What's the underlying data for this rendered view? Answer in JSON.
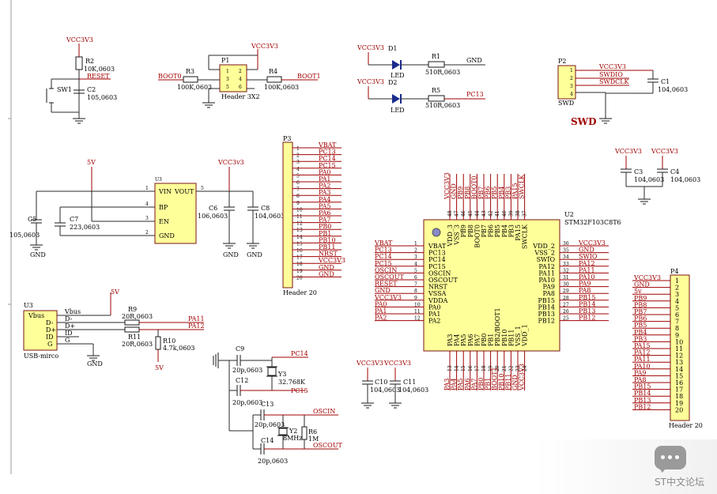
{
  "power": {
    "vcc": "VCC3V3",
    "vcc_lower": "VCC3v3",
    "v5": "5V",
    "gnd": "GND"
  },
  "reset": {
    "r_ref": "R2",
    "r_val": "10K,0603",
    "net": "RESET",
    "c_ref": "C2",
    "c_val": "105,0603",
    "sw": "SW1"
  },
  "boot": {
    "header": "P1",
    "header_name": "Header 3X2",
    "pins": [
      "1",
      "2",
      "3",
      "4",
      "5",
      "6"
    ],
    "r3": "R3",
    "r3_val": "100K,0603",
    "r4": "R4",
    "r4_val": "100K,0603",
    "net0": "BOOT0",
    "net1": "BOOT1"
  },
  "leds": {
    "d1": "D1",
    "d2": "D2",
    "led": "LED",
    "r1": "R1",
    "r1_val": "510R,0603",
    "net1": "GND",
    "r5": "R5",
    "r5_val": "510R,0603",
    "net2": "PC13"
  },
  "swd": {
    "ref": "P2",
    "name": "SWD",
    "big_label": "SWD",
    "pins": [
      "1",
      "2",
      "3",
      "4"
    ],
    "nets": [
      "VCC3V3",
      "SWDIO",
      "SWDCLK",
      ""
    ],
    "c_ref": "C1",
    "c_val": "104,0603"
  },
  "ldo": {
    "ref": "U3",
    "pins_left": [
      {
        "n": "1",
        "name": "VIN"
      },
      {
        "n": "4",
        "name": "BP"
      },
      {
        "n": "3",
        "name": "EN"
      },
      {
        "n": "2",
        "name": "GND"
      }
    ],
    "pin_right": {
      "n": "5",
      "name": "VOUT"
    },
    "c5": "C5",
    "c5_val": "105,0603",
    "c7": "C7",
    "c7_val": "223,0603",
    "c6": "C6",
    "c6_val": "106,0603",
    "c8": "C8",
    "c8_val": "104,0603"
  },
  "p3": {
    "ref": "P3",
    "name": "Header 20",
    "nets": [
      "VBAT",
      "PC13",
      "PC14",
      "PC15",
      "PA0",
      "PA1",
      "PA2",
      "PA3",
      "PA4",
      "PA5",
      "PA6",
      "PA7",
      "PB0",
      "PB1",
      "PB10",
      "PB11",
      "NRST",
      "VCC3V3",
      "GND",
      "GND"
    ]
  },
  "mcu": {
    "ref": "U2",
    "part": "STM32F103C8T6",
    "left": [
      {
        "n": "1",
        "name": "VBAT",
        "net": "VBAT"
      },
      {
        "n": "2",
        "name": "PC13",
        "net": "PC13"
      },
      {
        "n": "3",
        "name": "PC14",
        "net": "PC14"
      },
      {
        "n": "4",
        "name": "PC15",
        "net": "PC15"
      },
      {
        "n": "5",
        "name": "OSCIN",
        "net": "OSCIN"
      },
      {
        "n": "6",
        "name": "OSCOUT",
        "net": "OSCOUT"
      },
      {
        "n": "7",
        "name": "NRST",
        "net": "RESET"
      },
      {
        "n": "8",
        "name": "VSSA",
        "net": "GND"
      },
      {
        "n": "9",
        "name": "VDDA",
        "net": "VCC3V3"
      },
      {
        "n": "10",
        "name": "PA0",
        "net": "PA0"
      },
      {
        "n": "11",
        "name": "PA1",
        "net": "PA1"
      },
      {
        "n": "12",
        "name": "PA2",
        "net": "PA2"
      }
    ],
    "right": [
      {
        "n": "36",
        "name": "VDD_2",
        "net": "VCC3V3"
      },
      {
        "n": "35",
        "name": "VSS_2",
        "net": "GND"
      },
      {
        "n": "34",
        "name": "SWIO",
        "net": "SWIO"
      },
      {
        "n": "33",
        "name": "PA12",
        "net": "PA12"
      },
      {
        "n": "32",
        "name": "PA11",
        "net": "PA11"
      },
      {
        "n": "31",
        "name": "PA10",
        "net": "PA10"
      },
      {
        "n": "30",
        "name": "PA9",
        "net": "PA9"
      },
      {
        "n": "29",
        "name": "PA8",
        "net": "PA8"
      },
      {
        "n": "28",
        "name": "PB15",
        "net": "PB15"
      },
      {
        "n": "27",
        "name": "PB14",
        "net": "PB14"
      },
      {
        "n": "26",
        "name": "PB13",
        "net": "PB13"
      },
      {
        "n": "25",
        "name": "PB12",
        "net": "PB12"
      }
    ],
    "top": [
      {
        "n": "48",
        "name": "VDD_3",
        "net": "VCC3V3"
      },
      {
        "n": "47",
        "name": "VSS_3",
        "net": "GND"
      },
      {
        "n": "46",
        "name": "PB9",
        "net": "PB9"
      },
      {
        "n": "45",
        "name": "PB8",
        "net": "PB8"
      },
      {
        "n": "44",
        "name": "BOOT0",
        "net": "BOOT0"
      },
      {
        "n": "43",
        "name": "PB7",
        "net": "PB7"
      },
      {
        "n": "42",
        "name": "PB6",
        "net": "PB6"
      },
      {
        "n": "41",
        "name": "PB5",
        "net": "PB5"
      },
      {
        "n": "40",
        "name": "PB4",
        "net": "PB4"
      },
      {
        "n": "39",
        "name": "PB3",
        "net": "PB3"
      },
      {
        "n": "38",
        "name": "PA15",
        "net": "PA15"
      },
      {
        "n": "37",
        "name": "SWCLK",
        "net": "SWCLK"
      }
    ],
    "bottom": [
      {
        "n": "13",
        "name": "PA3",
        "net": "PA3"
      },
      {
        "n": "14",
        "name": "PA4",
        "net": "PA4"
      },
      {
        "n": "15",
        "name": "PA5",
        "net": "PA5"
      },
      {
        "n": "16",
        "name": "PA6",
        "net": "PA6"
      },
      {
        "n": "17",
        "name": "PA7",
        "net": "PA7"
      },
      {
        "n": "18",
        "name": "PB0",
        "net": "PB0"
      },
      {
        "n": "19",
        "name": "PB1",
        "net": "PB1"
      },
      {
        "n": "20",
        "name": "PB2/BOOT1",
        "net": "BOOT1"
      },
      {
        "n": "21",
        "name": "PB10",
        "net": "PB10"
      },
      {
        "n": "22",
        "name": "PB11",
        "net": "PB11"
      },
      {
        "n": "23",
        "name": "VSS_1",
        "net": "GND"
      },
      {
        "n": "24",
        "name": "VDD_1",
        "net": "VCC3V3"
      }
    ]
  },
  "caps_right": {
    "c3": "C3",
    "c3_val": "104,0603",
    "c4": "C4",
    "c4_val": "104,0603"
  },
  "caps_bottom": {
    "c10": "C10",
    "c10_val": "104,0603",
    "c11": "C11",
    "c11_val": "104,0603"
  },
  "p4": {
    "ref": "P4",
    "name": "Header 20",
    "nets": [
      "VCC3V3",
      "GND",
      "5v",
      "PB9",
      "PB8",
      "PB7",
      "PB6",
      "PB5",
      "PB4",
      "PB3",
      "PA15",
      "PA12",
      "PA11",
      "PA10",
      "PA9",
      "PA8",
      "PB15",
      "PB14",
      "PB13",
      "PB12"
    ]
  },
  "usb": {
    "ref": "U3",
    "name": "USB-mirco",
    "pins": [
      "Vbus",
      "D-",
      "D+",
      "ID",
      "G"
    ],
    "nets": [
      "Vbus",
      "D-",
      "D+",
      "ID",
      "G"
    ],
    "r9": "R9",
    "r9_val": "20R,0603",
    "r11": "R11",
    "r11_val": "20R,0603",
    "r10": "R10",
    "r10_val": "4.7k,0603",
    "net_pa11": "PA11",
    "net_pa12": "PA12"
  },
  "rtc": {
    "c9": "C9",
    "c9_val": "20p,0603",
    "c12": "C12",
    "c12_val": "20p,0603",
    "y3": "Y3",
    "y3_val": "32.768K",
    "net1": "PC14",
    "net2": "PC15"
  },
  "hse": {
    "c13": "C13",
    "c13_val": "20p,0603",
    "c14": "C14",
    "c14_val": "20p,0603",
    "y2": "Y2",
    "y2_val": "8MHz",
    "r6": "R6",
    "r6_val": "1M",
    "net1": "OSCIN",
    "net2": "OSCOUT"
  },
  "watermark": {
    "text": "ST中文论坛"
  }
}
